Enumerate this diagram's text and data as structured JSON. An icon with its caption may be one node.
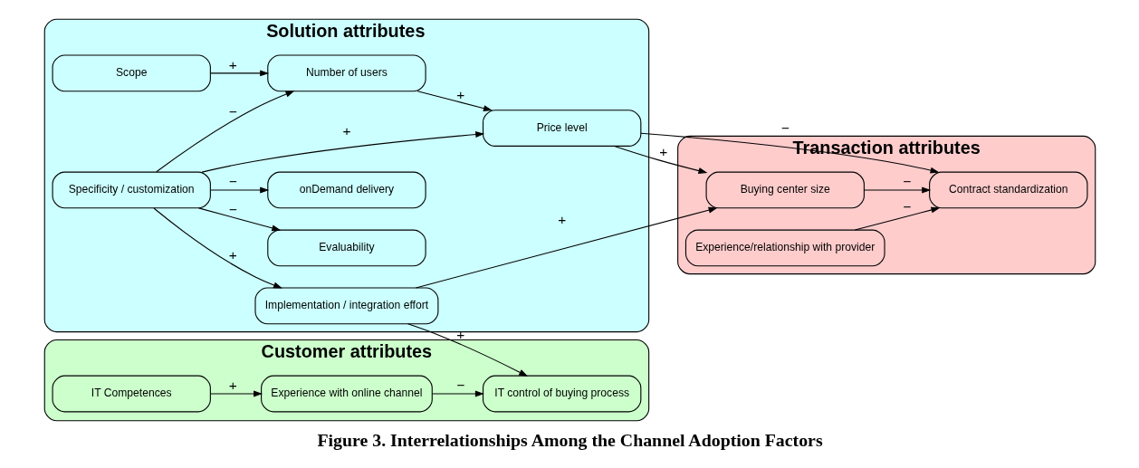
{
  "diagram": {
    "caption": "Figure 3. Interrelationships Among the Channel Adoption Factors",
    "nodes": [
      {
        "text": [
          "Solution attributes"
        ]
      },
      {
        "text": [
          "Scope"
        ],
        "in": 0
      },
      {
        "text": [
          "Number of users"
        ],
        "in": 0
      },
      {
        "text": [
          "Price level"
        ],
        "in": 0
      },
      {
        "text": [
          "Specificity / customization"
        ],
        "in": 0
      },
      {
        "text": [
          "Evaluability"
        ],
        "in": 0
      },
      {
        "text": [
          "onDemand delivery"
        ],
        "in": 0
      },
      {
        "text": [
          "Implementation / integration effort"
        ],
        "in": 0
      },
      {
        "text": [
          "Transaction attributes"
        ]
      },
      {
        "text": [
          "Buying center size"
        ],
        "in": 8
      },
      {
        "text": [
          "Contract standardization"
        ],
        "in": 8
      },
      {
        "text": [
          "Experience/relationship with provider"
        ],
        "in": 8
      },
      {
        "text": [
          "Customer attributes"
        ]
      },
      {
        "text": [
          "IT Competences"
        ],
        "in": 12
      },
      {
        "text": [
          "Experience with online channel"
        ],
        "in": 12
      },
      {
        "text": [
          "IT control of buying process"
        ],
        "in": 12
      }
    ],
    "edges": [
      {
        "from": 1,
        "to": 2,
        "arrow": "to",
        "label": "+"
      },
      {
        "from": 4,
        "to": 2,
        "arrow": "to",
        "label": "−"
      },
      {
        "from": 2,
        "to": 3,
        "arrow": "to",
        "label": "+"
      },
      {
        "from": 4,
        "to": 3,
        "arrow": "to",
        "label": "+"
      },
      {
        "from": 4,
        "to": 5,
        "arrow": "to",
        "label": "−"
      },
      {
        "from": 4,
        "to": 6,
        "arrow": "to",
        "label": "−"
      },
      {
        "from": 4,
        "to": 7,
        "arrow": "to",
        "label": "+"
      },
      {
        "from": 3,
        "to": 9,
        "arrow": "to",
        "label": "+"
      },
      {
        "from": 7,
        "to": 9,
        "arrow": "to",
        "label": "+"
      },
      {
        "from": 3,
        "to": 10,
        "arrow": "to",
        "label": "−"
      },
      {
        "from": 9,
        "to": 10,
        "arrow": "to",
        "label": "−"
      },
      {
        "from": 11,
        "to": 10,
        "arrow": "to",
        "label": "−"
      },
      {
        "from": 7,
        "to": 15,
        "arrow": "to",
        "label": "+"
      },
      {
        "from": 13,
        "to": 14,
        "arrow": "to",
        "label": "+"
      },
      {
        "from": 14,
        "to": 15,
        "arrow": "to",
        "label": "−"
      }
    ]
  }
}
